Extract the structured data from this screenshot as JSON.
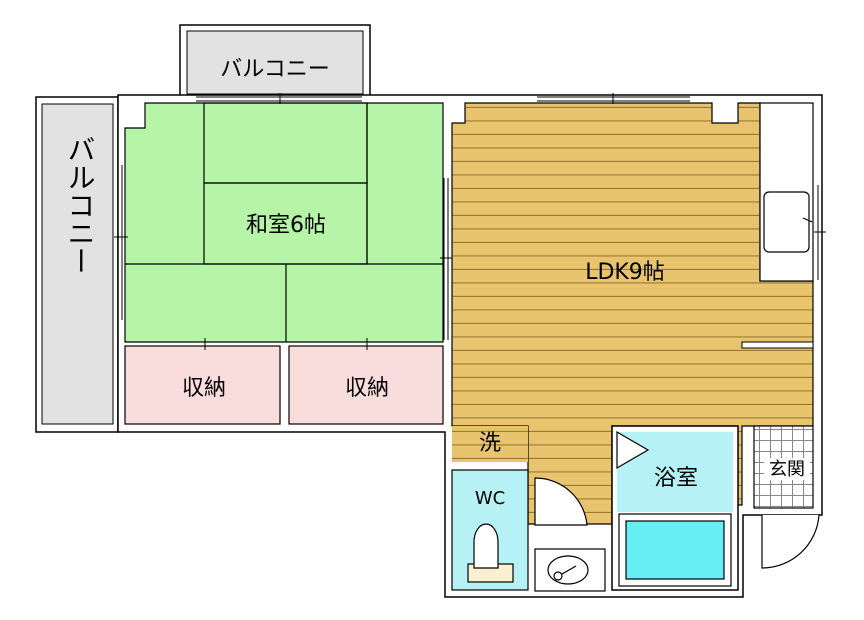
{
  "rooms": {
    "balcony_top": "バルコニー",
    "balcony_left": "バルコニー",
    "washitsu": "和室6帖",
    "storage_1": "収納",
    "storage_2": "収納",
    "ldk": "LDK9帖",
    "washroom": "洗",
    "wc": "WC",
    "bath": "浴室",
    "entrance": "玄関"
  },
  "colors": {
    "tatami": "#b6f5a8",
    "storage": "#f9dcdc",
    "flooring": "#e8c46e",
    "floor_lines": "#9c7a34",
    "water": "#b6f2f5",
    "tub": "#66eef5",
    "balcony": "#e2e2e2",
    "wall": "#000000"
  }
}
